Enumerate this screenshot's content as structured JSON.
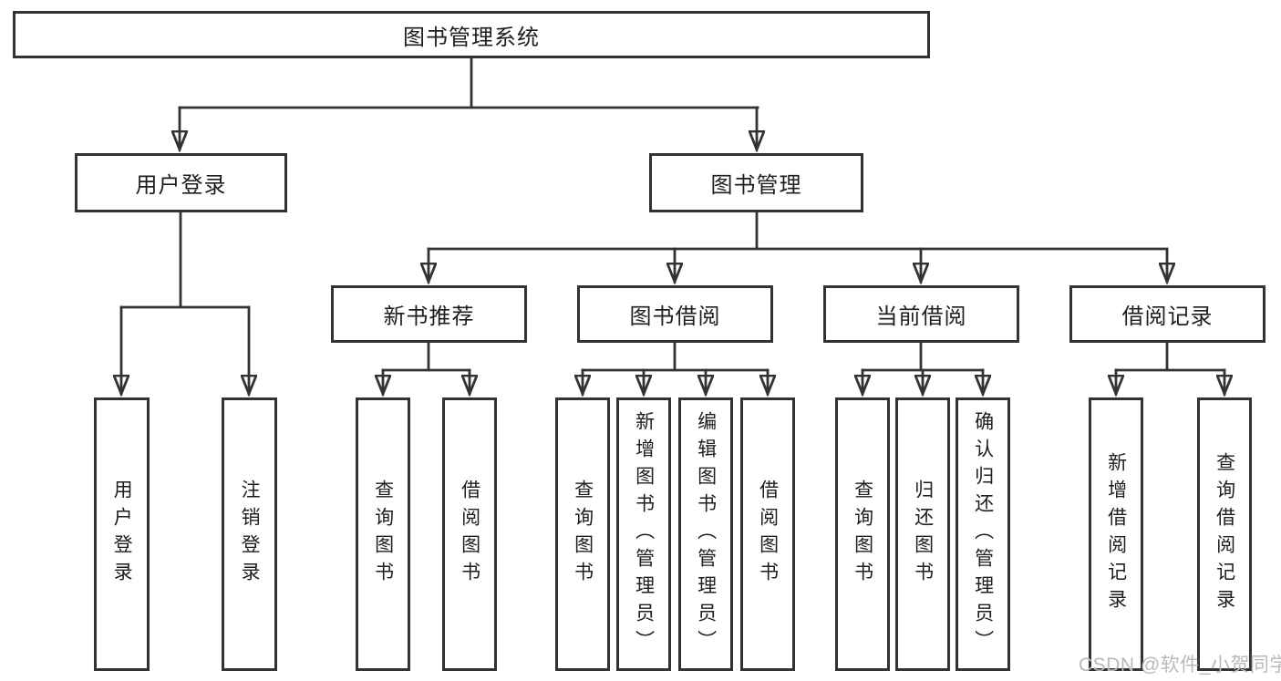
{
  "tree": {
    "root": {
      "label": "图书管理系统"
    },
    "branches": [
      {
        "label": "用户登录",
        "children": [
          {
            "label": "用户登录"
          },
          {
            "label": "注销登录"
          }
        ]
      },
      {
        "label": "图书管理",
        "children": [
          {
            "label": "新书推荐",
            "children": [
              {
                "label": "查询图书"
              },
              {
                "label": "借阅图书"
              }
            ]
          },
          {
            "label": "图书借阅",
            "children": [
              {
                "label": "查询图书"
              },
              {
                "label": "新增图书（管理员）"
              },
              {
                "label": "编辑图书（管理员）"
              },
              {
                "label": "借阅图书"
              }
            ]
          },
          {
            "label": "当前借阅",
            "children": [
              {
                "label": "查询图书"
              },
              {
                "label": "归还图书"
              },
              {
                "label": "确认归还（管理员）"
              }
            ]
          },
          {
            "label": "借阅记录",
            "children": [
              {
                "label": "新增借阅记录"
              },
              {
                "label": "查询借阅记录"
              }
            ]
          }
        ]
      }
    ]
  },
  "watermark": "CSDN @软件_小贺同学",
  "colors": {
    "line": "#333333",
    "text": "#1e1e1e",
    "box_background": "#ffffff",
    "watermark_text": "#b9b9b9"
  }
}
